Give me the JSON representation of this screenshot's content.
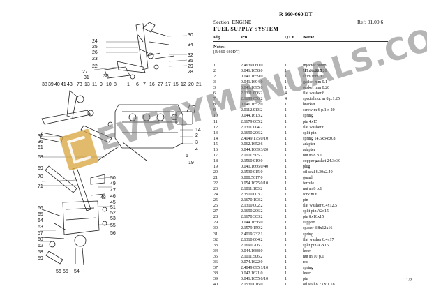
{
  "header": {
    "code": "R 660-660 DT",
    "section": "Section: ENGINE",
    "ref": "Ref: 01.00.6",
    "title": "FUEL SUPPLY SYSTEM"
  },
  "columns": {
    "fig": "Fig.",
    "pn": "P/n",
    "qty": "QTY",
    "name": "Name"
  },
  "notes": {
    "label": "Notes:",
    "text": "[R 660-660DT]"
  },
  "rows": [
    {
      "fig": "1",
      "pn": "2.4639.060.0",
      "qty": "1",
      "desc": "injector pump",
      "desc2": "\"P\" 01.00.9"
    },
    {
      "fig": "2",
      "pn": "0.041.1658.0",
      "qty": "1",
      "desc": "shim mm 0.20"
    },
    {
      "fig": "2",
      "pn": "0.041.1659.0",
      "qty": "1",
      "desc": "shim mm 0.1"
    },
    {
      "fig": "3",
      "pn": "0.041.1694.0",
      "qty": "1",
      "desc": "gasket mm 0.1"
    },
    {
      "fig": "3",
      "pn": "0.041.1695.0",
      "qty": "1",
      "desc": "gasket mm 0.20"
    },
    {
      "fig": "6",
      "pn": "2.1311.006.2",
      "qty": "4",
      "desc": "flat washer 8"
    },
    {
      "fig": "7",
      "pn": "2.1099.056.2",
      "qty": "4",
      "desc": "special nut m 8 p.1.25"
    },
    {
      "fig": "8",
      "pn": "0.046.1652.0",
      "qty": "1",
      "desc": "bracket"
    },
    {
      "fig": "9",
      "pn": "2.0112.013.2",
      "qty": "1",
      "desc": "screw m 6 p.1 x 20"
    },
    {
      "fig": "10",
      "pn": "0.044.1613.2",
      "qty": "1",
      "desc": "spring"
    },
    {
      "fig": "11",
      "pn": "2.1679.065.2",
      "qty": "1",
      "desc": "pin 4x15"
    },
    {
      "fig": "12",
      "pn": "2.1311.004.2",
      "qty": "1",
      "desc": "flat washer 6"
    },
    {
      "fig": "13",
      "pn": "2.1690.206.2",
      "qty": "1",
      "desc": "split pin"
    },
    {
      "fig": "14",
      "pn": "2.4049.175.0/10",
      "qty": "1",
      "desc": "spring 14.6x34x0.8"
    },
    {
      "fig": "15",
      "pn": "0.062.1652.6",
      "qty": "1",
      "desc": "adapter"
    },
    {
      "fig": "16",
      "pn": "0.044.1669.3/20",
      "qty": "1",
      "desc": "adapter"
    },
    {
      "fig": "17",
      "pn": "2.1011.505.2",
      "qty": "1",
      "desc": "nut m 8 p.1"
    },
    {
      "fig": "18",
      "pn": "2.1560.019.0",
      "qty": "1",
      "desc": "copper gasket 24.3x30"
    },
    {
      "fig": "19",
      "pn": "0.041.1666.0/40",
      "qty": "1",
      "desc": "plug"
    },
    {
      "fig": "20",
      "pn": "2.1530.015.0",
      "qty": "1",
      "desc": "oil seal 8.30x2.40"
    },
    {
      "fig": "21",
      "pn": "0.000.5617.0",
      "qty": "1",
      "desc": "guard"
    },
    {
      "fig": "22",
      "pn": "0.054.1675.0/10",
      "qty": "1",
      "desc": "ferrule"
    },
    {
      "fig": "23",
      "pn": "2.1011.103.2",
      "qty": "1",
      "desc": "nut m 8 p.1"
    },
    {
      "fig": "24",
      "pn": "2.3510.003.2",
      "qty": "1",
      "desc": "fork m 6"
    },
    {
      "fig": "25",
      "pn": "2.1670.103.2",
      "qty": "1",
      "desc": "pin"
    },
    {
      "fig": "26",
      "pn": "2.1310.002.2",
      "qty": "1",
      "desc": "flat washer 6.4x12.5"
    },
    {
      "fig": "27",
      "pn": "2.1690.206.2",
      "qty": "1",
      "desc": "split pin A2x15"
    },
    {
      "fig": "28",
      "pn": "2.1670.303.2",
      "qty": "1",
      "desc": "pin 8x18x15"
    },
    {
      "fig": "29",
      "pn": "0.044.1656.0",
      "qty": "1",
      "desc": "support"
    },
    {
      "fig": "30",
      "pn": "2.1579.159.2",
      "qty": "1",
      "desc": "spacer 8.8x12x16"
    },
    {
      "fig": "31",
      "pn": "2.4019.232.1",
      "qty": "1",
      "desc": "spring"
    },
    {
      "fig": "32",
      "pn": "2.1310.004.2",
      "qty": "1",
      "desc": "flat washer 8.4x17"
    },
    {
      "fig": "33",
      "pn": "2.1690.206.2",
      "qty": "1",
      "desc": "split pin A2x15"
    },
    {
      "fig": "34",
      "pn": "0.044.1688.0",
      "qty": "1",
      "desc": "lever"
    },
    {
      "fig": "35",
      "pn": "2.1011.506.2",
      "qty": "1",
      "desc": "nut m 10 p.1"
    },
    {
      "fig": "36",
      "pn": "0.074.1622.0",
      "qty": "1",
      "desc": "rod"
    },
    {
      "fig": "37",
      "pn": "2.4049.095.1/10",
      "qty": "1",
      "desc": "spring"
    },
    {
      "fig": "38",
      "pn": "0.042.1621.0",
      "qty": "1",
      "desc": "lever"
    },
    {
      "fig": "39",
      "pn": "0.041.1655.0/10",
      "qty": "1",
      "desc": "pin"
    },
    {
      "fig": "40",
      "pn": "2.1530.016.0",
      "qty": "1",
      "desc": "oil seal 8.73 x 1.78"
    }
  ],
  "page": "1/2",
  "watermark": "EVERYMANUALS.COM",
  "diagram": {
    "callouts": [
      "30",
      "24",
      "25",
      "26",
      "23",
      "22",
      "27",
      "33",
      "34",
      "31",
      "32",
      "35",
      "29",
      "28",
      "38",
      "39",
      "40",
      "41",
      "43",
      "73",
      "13",
      "11",
      "9",
      "10",
      "8",
      "1",
      "6",
      "7",
      "16",
      "27",
      "17",
      "15",
      "12",
      "20",
      "21",
      "37",
      "36",
      "61",
      "69",
      "68",
      "70",
      "71",
      "50",
      "49",
      "47",
      "46",
      "45",
      "48",
      "51",
      "52",
      "53",
      "55",
      "56",
      "66",
      "65",
      "64",
      "63",
      "60",
      "62",
      "58",
      "57",
      "59",
      "56",
      "55",
      "54",
      "14",
      "2",
      "3",
      "4",
      "5",
      "19"
    ]
  }
}
